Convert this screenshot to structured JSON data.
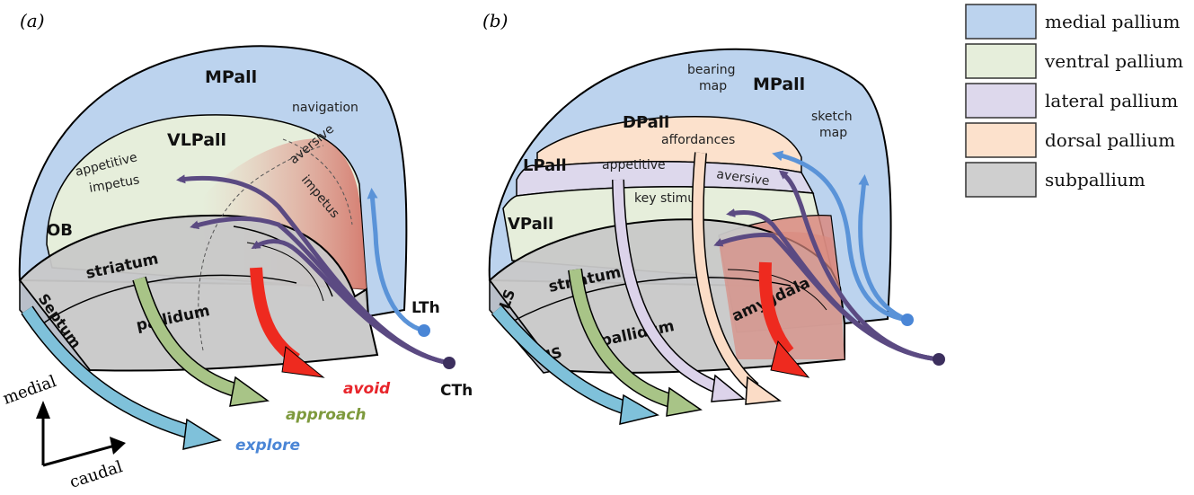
{
  "panels": {
    "a": {
      "tag": "(a)",
      "regions": {
        "mpall": "MPall",
        "vlpall": "VLPall",
        "ob": "OB",
        "striatum": "striatum",
        "pallidum": "pallidum",
        "septum": "Septum"
      },
      "notes": {
        "navigation": "navigation",
        "appetitive_1": "appetitive",
        "appetitive_2": "impetus",
        "aversive_1": "aversive",
        "aversive_2": "impetus"
      },
      "inputs": {
        "lth": "LTh",
        "cth": "CTh"
      },
      "outputs": {
        "avoid": "avoid",
        "approach": "approach",
        "explore": "explore"
      },
      "axes": {
        "medial": "medial",
        "caudal": "caudal"
      }
    },
    "b": {
      "tag": "(b)",
      "regions": {
        "mpall": "MPall",
        "dpall": "DPall",
        "lpall": "LPall",
        "vpall": "VPall",
        "striatum": "striatum",
        "pallidum": "pallidum",
        "amygdala": "amygdala",
        "ls": "LS",
        "ms": "MS"
      },
      "notes": {
        "bearing_1": "bearing",
        "bearing_2": "map",
        "sketch_1": "sketch",
        "sketch_2": "map",
        "affordances": "affordances",
        "appetitive": "appetitive",
        "aversive": "aversive",
        "key_stimuli": "key stimuli"
      }
    }
  },
  "legend": [
    {
      "label": "medial pallium",
      "color": "#bcd3ee"
    },
    {
      "label": "ventral pallium",
      "color": "#e6eedb"
    },
    {
      "label": "lateral pallium",
      "color": "#ddd8ec"
    },
    {
      "label": "dorsal pallium",
      "color": "#fce1cc"
    },
    {
      "label": "subpallium",
      "color": "#cfcfcf"
    }
  ],
  "colors": {
    "medial": "#bcd3ee",
    "ventral": "#e6eedb",
    "lateral": "#ddd8ec",
    "dorsal": "#fce1cc",
    "subpallium": "#c8c8c8",
    "red_zone": "#d98a80",
    "blue_arrow": "#5a93d8",
    "green_arrow": "#a8c487",
    "cyan_arrow": "#7fc1da",
    "red_arrow": "#ee2a1f",
    "purple_arrow": "#5b4a82",
    "lavender_arrow": "#dcd3ea",
    "peach_arrow": "#fbdcc6",
    "avoid_text": "#e8252b",
    "approach_text": "#7e9a3d",
    "explore_text": "#4b86d6"
  }
}
